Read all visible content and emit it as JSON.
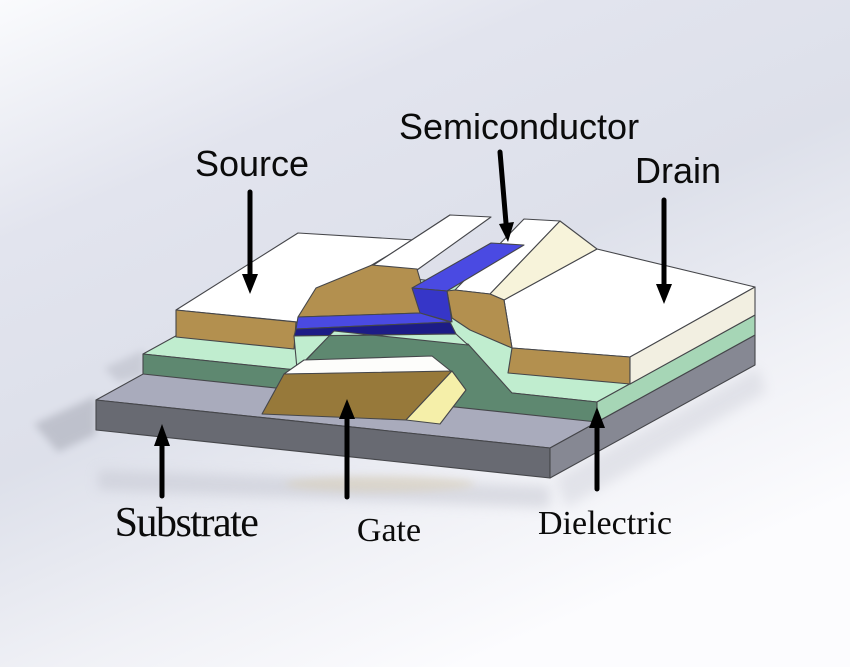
{
  "figure": {
    "type": "3d-layer-diagram",
    "subject": "bottom-gate thin-film transistor structure"
  },
  "labels": {
    "semiconductor": "Semiconductor",
    "source": "Source",
    "drain": "Drain",
    "substrate": "Substrate",
    "gate": "Gate",
    "dielectric": "Dielectric"
  },
  "colors": {
    "bg_light": "#fafbfd",
    "bg_mid": "#e0e3ed",
    "bg_low": "#f2f3f7",
    "substrate_top": "#a9abbc",
    "substrate_front": "#686a72",
    "substrate_side": "#868893",
    "dielectric_top": "#c0edcf",
    "dielectric_front": "#5e8870",
    "dielectric_side": "#a6d6b6",
    "metal_top": "#ffffff",
    "metal_slope": "#f7f3da",
    "metal_front": "#b3904f",
    "metal_side": "#f2efe1",
    "gate_top": "#fdfdfb",
    "gate_front": "#97793a",
    "gate_ramp": "#f5efa9",
    "semiconductor_top": "#4a4ae2",
    "semiconductor_mid": "#3636c8",
    "semiconductor_front": "#1c1c86",
    "outline": "#45464a",
    "arrow": "#000000",
    "shadow": "#9a9ca8",
    "reflection": "#c2c4cf",
    "reflection_warm": "#d9ceb4"
  }
}
